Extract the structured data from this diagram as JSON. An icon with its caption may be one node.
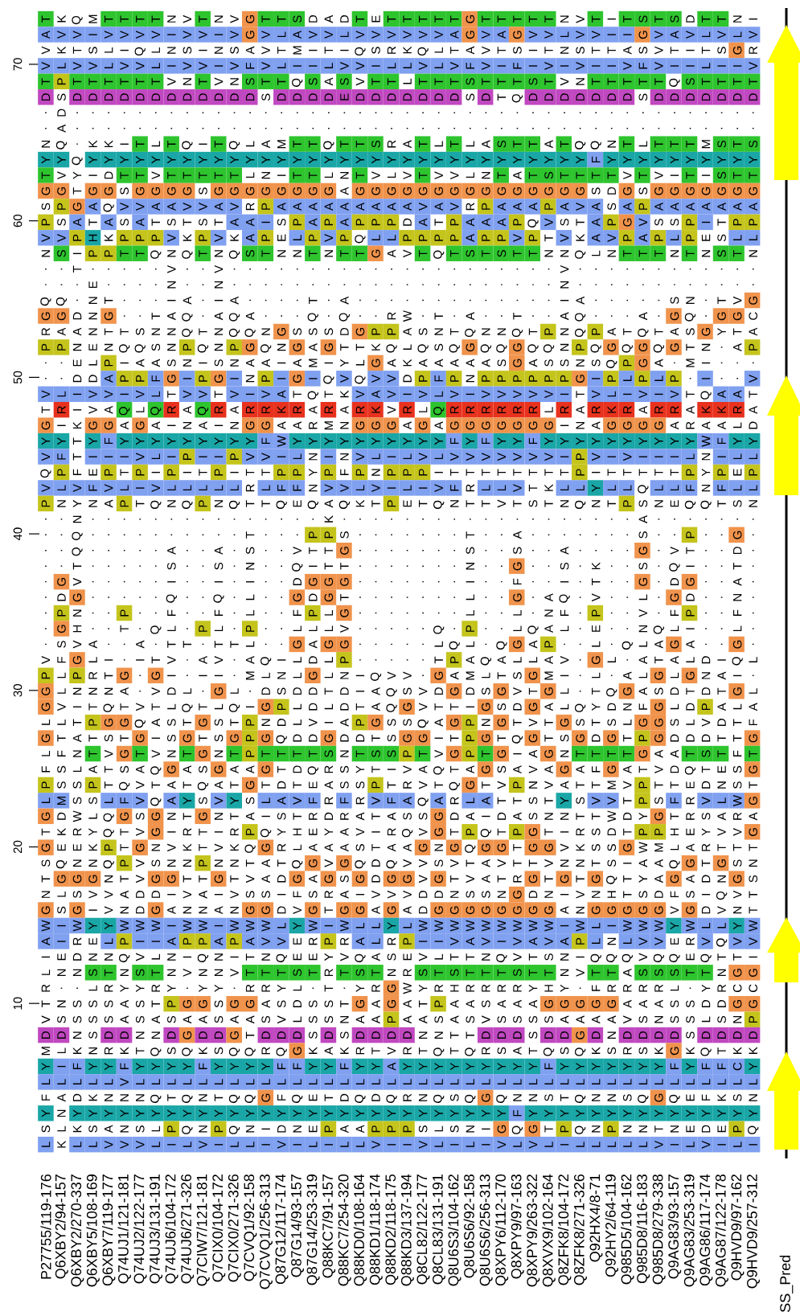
{
  "diagram": {
    "labels": [
      "70",
      "60",
      "50",
      "40",
      "30",
      "20",
      "10",
      "TKQMTTTTNVTNVGTTSDADTETTTTTGTTTTTNVTITSTSDTTNI",
      "AVVIVVVVIVVIVGVLAVVLVVVVVVAGVAGVVLVVIIGVAVLVLV",
      "VKTSLIQLNSINSAVTMITIQSRKQLTAVTSITNSTTASVTITSGR",
      "VLVVLVVLIVVIVFVLIILVVILLVLVFVIFIVIVIIVFVIILIIV",
      "TPTTTTTTVNTVNSTTQSASVTTLTTTSTTTSTVNTTTTTQSTTTT",
      "DSDDDDDDDDDDDDSDDDDEDDDDDDDSDTQDDDDDDDSDDDDDDD",
      ".D............................................",
      ".A............................................",
      "NQ.KKITLTQITQLAMTTQTTSRATLTLASTTATQQNTLTTTMSTS",
      "YYQYYYYYYYYYYYYYYYYYYYYYYYYYYYYYYYYFYYYYYYYYYY",
      "TVYIDTTVTTTTTLNITTLNTVLVTVVLNTATSTTTTVTVITISTT",
      "GGTGGSGGGGSGGGGGGGGAGGGGGGGGGGGGGGGSDGSGGGGGGG",
      "SPGAQVVAAVVAVRPAAAAAAAAAVAVRPAAAPAVASAPAAAAAAA",
      "PSATASATSTSTAAISPAPAPPPDATPAAAPQVSTAPGVSSPITPP",
      "VVPHKPPPVKPVKAPELPVPQLLPPPPAPPVPTVKAVPAPLPESLL",
      "NSIPPTTQNQTNQSTNNTNTTGAVTQTSTSTTNNQLNTTTNTNSTN",
      "..T.....V..V.....................V............",
      "...E....N..N.....................N............",
      "QQ.NT...IA.IA....T.A.............IA.....SN.TVG",
      "GGDNG..TAQ.AQA...Q.Q..RW.T.A..T..AQ...A.GQ.GGC",
      "RAANTTSNNQTNQQNGSSSDGPPASNTQNNQTPNQPATQTASGYTA",
      "PPNENQQSNPQNPGQNGAGTTKQLQSQGQQGQQNPQGQGQGTN.AP",
      "..ELPIAASNISNAAIAMIYLGAKAAAAASGASSNSQPGA.MI...",
      "..DDAPPFGIPGINPIGIQVQVVDPFPNPPPPPPGIPLPLP.I..V",
      "VLIVVIVLTVVTVIVATQTKVAVIVLVIVVVVVITVLIVIVTQAAT",
      "TRIVAQLQRAQRARRKRARARKVRLQRRRRRRLRARKRARRAKKRA",
      "GIKGGAGAINAINGGAARMNGGGAGAGGGGGGGINAGGGGARAALD",
      "YYTYFYYYYYYYYYFWYYYYYYYYYYFYFYYFYYYYYYYYYYWFYY",
      "VFTIIIVLIPIIPVVILNINVLILVLVVVVVVVIPVIVIIILNILL",
      "QPFEPTPIPITPITTPPYPFPNPPPITTTTTTTTPITTTTTPYPEP",
      "VLVFVLIVLLLLLRLFFNVVLVILIVFRLLVTKLLYLLQLLFNFLL",
      "PNYNAPTQNQPNQTTQEQAQKTPETQNTTVTSTNQNTPSNEQQTSN",
      "..N...............K...................A.......",
      "..Q..........T...PPS.......T..A.......S..P..G.",
      "..Q.....A..A.S..VTTG.......S..S..A....G.VT..D.",
      "..T.....S..S.N..QITT.......N..G..S.K..S.QI..T.",
      ".GV.....I..I.I..DGGG.......I..F..I.T..G.DG..A.",
      ".DG.....Q..Q.L..GDGT.......L..G.AQ.V..L.GD..N.",
      ".PN..P..F..F.L..FPLG.......L..L.NF.P..V.FP..F.",
      ".GH..T.QL.PL.P..LLLV.....Q.P..LQAL.E..NQLI..L.",
      ".SVA..A.TT.TTL..GAGG.....LQL.QGAP..L.QLAGA..G.",
      "VFGLI.ITV.AV.AQILDLP.....TPAQALLAV.GL.ATALDIQL",
      "PLPRTG.GI.II.MLNLGLNIQVV.GAMLTSGMI.L.ALGLGNAI.",
      "GLNNNA.VDL.GL.DSDDTDIAQSVDGDSGVTGL.TQGASDTDTGL",
      "GVITQTVTLQTLQIGPLDLDTAQGVTTIGSDGALQYDNFGLDPALA",
      "LLTPGGQASTGSTPNDLVIAPGSSQAGPNGTVTGSTSLGGSLVDTF",
      "GTATSTGISGTSGPGQDDGDDTSGGITPGTQGTSGDGTPGDDDTTG",
      "LFNTVGTVNTGNTPTTTTSNTSSPTVGPTGIAGNTTTTGAATSTFT",
      "FSLATSAQGASGAAGTDQRSYTIVAQTAGSAVAGAFGATVDQTESG",
      "PSSPTQVTATQATGTDTEASSPTRVTQGTVPNVATTMVPTTEDNST",
      "LMSSLFVQAYSVYSLAVFRFRVFAQARLATTSTYSVVTPSFRVLWG",
      "GDWLQGSGNTGNTAISTRDRATASSGDAIDASNNTTWDYGTRSARA",
      "TKRYQTVGIRTIRPQYHEYAVIRQVGTPQTPGTIRSDTPPHEYVVG",
      "GEEKPTGNVKTVKQGRLAAASTAAGNGQGGTGGVKSSGWMLARTTT",
      "SQNNQPVSNNPNNTATQGVGQDQVVSVTAVTTVNNTSIAAQGTGSN",
      "TGGGNTVGGTTGTVADGAGSGDGGVGTVATRGTGTGQTYAGADNGS",
      "NLSVVADDIVAIVSSIFSRAIVVVDDNSSNGDNIVNHTSDFSIQVT",
      "GSGIVNDGANNANGGDVGTGGAGADGGGGGGGGANGGGGGVGDVNT",
      "WIWYYWWWIWWIWWWLYWIWLLYLWWWWWWWWWIWLIWWWYWLLYW",
      "AIRELPIIAPPAPAVVERPRALRPIIVAVIVAVAPLNLVVERVQVV",
      "IEDNNQVLNIQNITNQEEYVQASEVLTTNQVTSNIQQQVQQEQTTI",
      "LNNSTNSTNVNNVTTTSTRTSTNRSTSTTTSTTNVTTASSSTTNGG",
      "R..LRYYRY.YY.RRYL.T.YRGWYRHRRRRYHY.FRRRRL.YRCC",
      "TNSSSASTPGGSGGASDSSTGAGATPAASAAAGGGGGAAASSDDGG",
      "VSSSSASASAASAASVLSSNAAPAASASVSSSSAAAAVSNSSLSNP",
      "DDNSDDNNDGDDGTDDDSDSDDDDNNTTDDDSDDGDNDDDDSDDDD",
      "MLKNRKTQSQKSQQRQGKAKRTVRTQTQRSATQSQKSRSKGKQTKK",
      "YIFYYFYYYYFYYYYFFYYFYYAYYYYYYYYYFYYYYYYYFYFFCY",
      "LLLLLVLLLLLLLLLLLLLLLLLLLLLLLLLLLLLLLLLLLLLLLL",
      "FADKNNNQTQNTQQGFQETDQDQRNQSQGQNNSTQNNSQGQEFKSN",
      "YNYYYYYYYYYYYYYYYYYYYYYYYYYYYYFYYYYYYYYYYYYYYY",
      "SLKSANSLPQNPQNIDNEPAAPPPSLSNIGQGTPQNPNNTNEDEPQ",
      "LKLLVVVLILVILLIVILILLVIIVLILIVLVLILLLLLVILVILI",
      "P27755/119-176",
      "Q6XBY2/94-157",
      "Q6XBY2/270-337",
      "Q6XBY5/108-169",
      "Q6XBY7/119-177",
      "Q74UJ1/121-181",
      "Q74UJ2/122-177",
      "Q74UJ3/131-191",
      "Q74UJ6/104-172",
      "Q74UJ6/271-326",
      "Q7CIW7/121-181",
      "Q7CIX0/104-172",
      "Q7CIX0/271-326",
      "Q7CVQ1/92-158",
      "Q7CVQ1/256-313",
      "Q87G12/117-174",
      "Q87G14/93-157",
      "Q87G14/253-319",
      "Q88KC7/91-157",
      "Q88KC7/254-320",
      "Q88KD0/108-164",
      "Q88KD1/118-174",
      "Q88KD2/118-175",
      "Q88KD3/137-194",
      "Q8CL82/122-177",
      "Q8CL83/131-191",
      "Q8U6S3/104-162",
      "Q8U6S6/92-158",
      "Q8U6S6/256-313",
      "Q8XPY6/112-170",
      "Q8XPY9/97-163",
      "Q8XPY9/263-322",
      "Q8XVX9/102-164",
      "Q8ZFK8/104-172",
      "Q8ZFK8/271-326",
      "Q92HX4/8-71",
      "Q92HY2/64-119",
      "Q985D5/104-162",
      "Q985D8/116-183",
      "Q985D8/279-338",
      "Q9AG83/93-157",
      "Q9AG83/253-319",
      "Q9AG86/117-174",
      "Q9AG87/122-178",
      "Q9HVD9/97-162",
      "Q9HVD9/257-312",
      "SS_Pred"
    ]
  }
}
